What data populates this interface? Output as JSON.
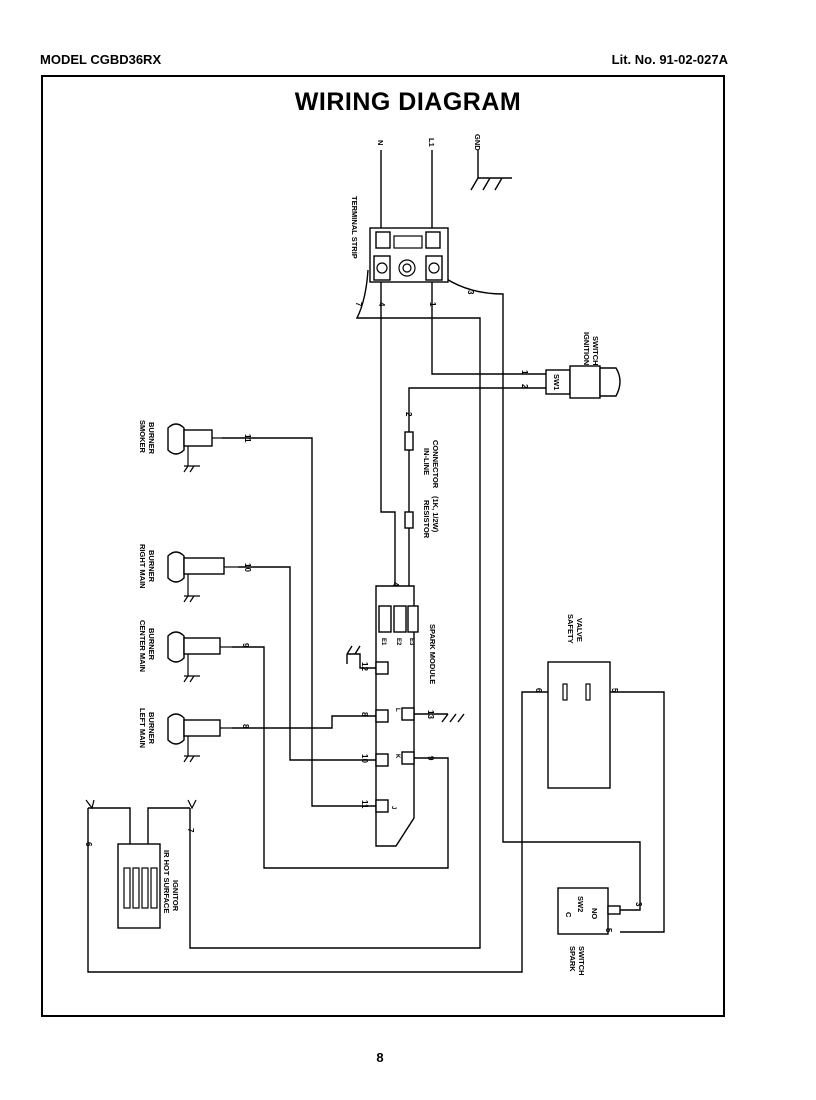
{
  "header": {
    "model": "MODEL CGBD36RX",
    "lit_no": "Lit. No. 91-02-027A"
  },
  "title": "WIRING DIAGRAM",
  "page_number": "8",
  "supply": {
    "neutral": "N",
    "line": "L1",
    "ground": "GND"
  },
  "components": {
    "terminal_strip": "TERMINAL STRIP",
    "ignition_switch": [
      "IGNITION",
      "SWITCH"
    ],
    "sw1": "SW1",
    "inline_connector": [
      "IN-LINE",
      "CONNECTOR"
    ],
    "resistor": [
      "RESISTOR",
      "(1K, 1/2W)"
    ],
    "spark_module": "SPARK MODULE",
    "safety_valve": [
      "SAFETY",
      "VALVE"
    ],
    "spark_switch": [
      "SPARK",
      "SWITCH"
    ],
    "sw2": "SW2",
    "sw2_c": "C",
    "sw2_no": "NO",
    "ir_ignitor": [
      "IR HOT SURFACE",
      "IGNITOR"
    ],
    "smoker_burner": [
      "SMOKER",
      "BURNER"
    ],
    "right_main_burner": [
      "RIGHT MAIN",
      "BURNER"
    ],
    "center_main_burner": [
      "CENTER MAIN",
      "BURNER"
    ],
    "left_main_burner": [
      "LEFT MAIN",
      "BURNER"
    ]
  },
  "wires": {
    "w1": "1",
    "w2": "2",
    "w3": "3",
    "w4": "4",
    "w5": "5",
    "w6": "6",
    "w7": "7",
    "w8": "8",
    "w9": "9",
    "w10": "10",
    "w11": "11",
    "w12": "12",
    "w13": "13"
  },
  "module_terminals": {
    "e1": "E1",
    "e2": "E2",
    "e3": "E3",
    "j": "J",
    "k": "K",
    "l": "L"
  }
}
